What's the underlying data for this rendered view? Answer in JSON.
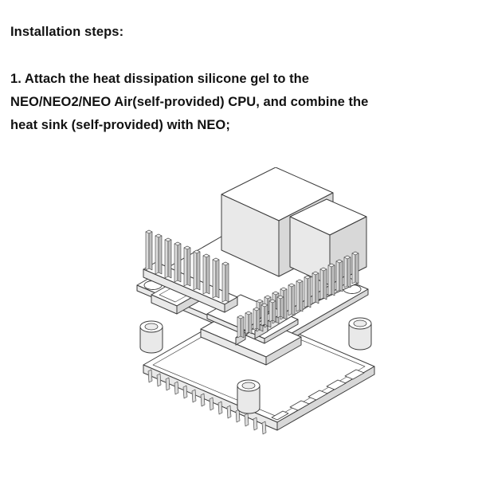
{
  "document": {
    "heading": "Installation steps:",
    "step_text": "1. Attach the heat dissipation silicone gel to the\nNEO/NEO2/NEO Air(self-provided) CPU, and combine the\nheat sink (self-provided) with NEO;",
    "background_color": "#ffffff",
    "text_color": "#121212"
  },
  "figure": {
    "caption_alt": "Isometric exploded line drawing of a NEO single board computer mounted above a metal heat sink base plate",
    "line_color": "#3b3b3b",
    "shade_light": "#e9e9e9",
    "shade_dark": "#d8d8d8",
    "parts": [
      {
        "name": "pcb-board",
        "label": "NEO single board computer PCB"
      },
      {
        "name": "left-pin-header",
        "label": "Left pin header",
        "pin_count": 9
      },
      {
        "name": "right-pin-header",
        "label": "Right pin header",
        "pin_count": 13
      },
      {
        "name": "inner-pin-header",
        "label": "Inner pin header",
        "pin_count": 6
      },
      {
        "name": "ethernet-connector-block",
        "label": "Large connector block"
      },
      {
        "name": "usb-connector-block",
        "label": "Second connector block"
      },
      {
        "name": "micro-usb-connector",
        "label": "Micro USB connector"
      },
      {
        "name": "cpu-silicone-gel-pad",
        "label": "CPU silicone gel pad"
      },
      {
        "name": "heat-sink-base-plate",
        "label": "Heat sink base plate"
      },
      {
        "name": "standoff-pillar",
        "label": "Mounting standoff",
        "count": 4
      },
      {
        "name": "heat-sink-fins",
        "label": "Heat sink fins",
        "count": 14
      },
      {
        "name": "vent-slots",
        "label": "Vent slots",
        "count": 5
      }
    ]
  }
}
